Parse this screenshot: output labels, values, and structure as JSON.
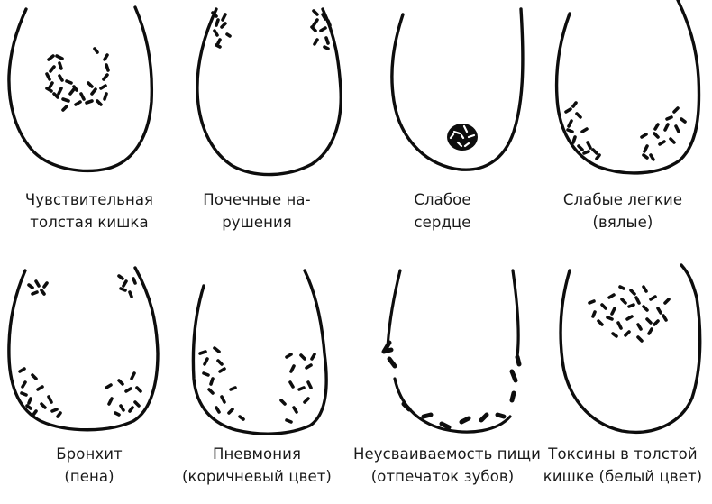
{
  "panels": [
    {
      "shape": "intestine-sensitive-colon",
      "caption": [
        "Чувствительная",
        "толстая кишка"
      ]
    },
    {
      "shape": "kidney-disorders",
      "caption": [
        "Почечные на-",
        "рушения"
      ]
    },
    {
      "shape": "weak-heart",
      "caption": [
        "Слабое",
        "сердце"
      ]
    },
    {
      "shape": "weak-lungs",
      "caption": [
        "Слабые легкие",
        "(вялые)"
      ]
    },
    {
      "shape": "bronchitis",
      "caption": [
        "Бронхит",
        "(пена)"
      ]
    },
    {
      "shape": "pneumonia",
      "caption": [
        "Пневмония",
        "(коричневый цвет)"
      ]
    },
    {
      "shape": "malabsorption",
      "caption": [
        "Неусваиваемость пищи",
        "(отпечаток зубов)"
      ]
    },
    {
      "shape": "colon-toxins",
      "caption": [
        "Токсины в толстой",
        "кишке (белый цвет)"
      ]
    }
  ],
  "colors": {
    "ink": "#0d0d0d",
    "background": "#ffffff"
  }
}
